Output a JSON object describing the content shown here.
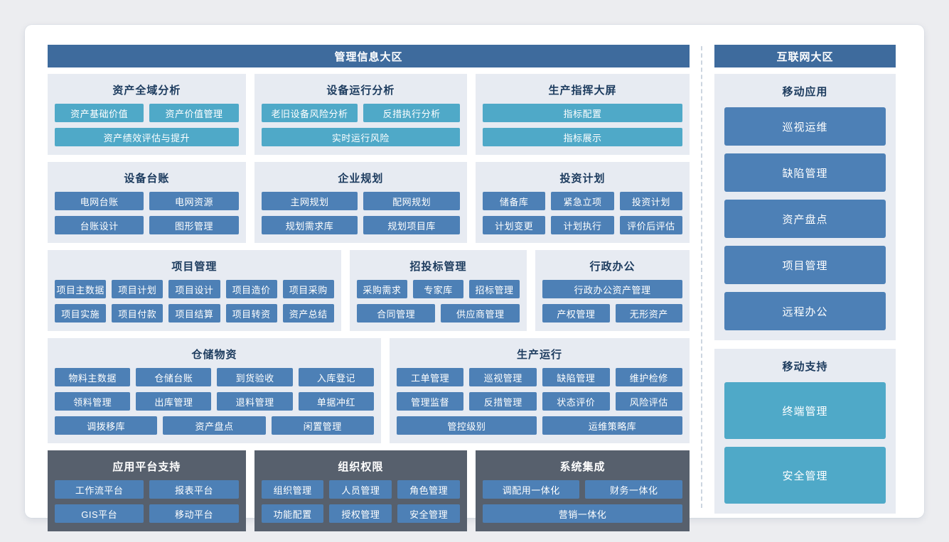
{
  "colors": {
    "zone_header": "#3e6b9d",
    "module_blue": "#4d80b6",
    "module_teal": "#4fa9c8",
    "panel_light_bg": "#e7ebf2",
    "panel_dark_bg": "#57606d",
    "panel_title_text": "#1c3b5e"
  },
  "management_zone": {
    "title": "管理信息大区",
    "rows": [
      {
        "panels": [
          {
            "title": "资产全域分析",
            "theme": "light",
            "button_color": "teal",
            "flex": 278,
            "button_rows": [
              [
                "资产基础价值",
                "资产价值管理"
              ],
              [
                "资产绩效评估与提升"
              ]
            ]
          },
          {
            "title": "设备运行分析",
            "theme": "light",
            "button_color": "teal",
            "flex": 300,
            "button_rows": [
              [
                "老旧设备风险分析",
                "反措执行分析"
              ],
              [
                "实时运行风险"
              ]
            ]
          },
          {
            "title": "生产指挥大屏",
            "theme": "light",
            "button_color": "teal",
            "flex": 302,
            "button_rows": [
              [
                "指标配置"
              ],
              [
                "指标展示"
              ]
            ]
          }
        ]
      },
      {
        "panels": [
          {
            "title": "设备台账",
            "theme": "light",
            "button_color": "blue",
            "flex": 278,
            "button_rows": [
              [
                "电网台账",
                "电网资源"
              ],
              [
                "台账设计",
                "图形管理"
              ]
            ]
          },
          {
            "title": "企业规划",
            "theme": "light",
            "button_color": "blue",
            "flex": 300,
            "button_rows": [
              [
                "主网规划",
                "配网规划"
              ],
              [
                "规划需求库",
                "规划项目库"
              ]
            ]
          },
          {
            "title": "投资计划",
            "theme": "light",
            "button_color": "blue",
            "flex": 302,
            "button_rows": [
              [
                "储备库",
                "紧急立项",
                "投资计划"
              ],
              [
                "计划变更",
                "计划执行",
                "评价后评估"
              ]
            ]
          }
        ]
      },
      {
        "panels": [
          {
            "title": "项目管理",
            "theme": "light",
            "button_color": "blue",
            "flex": 425,
            "button_rows": [
              [
                "项目主数据",
                "项目计划",
                "项目设计",
                "项目造价",
                "项目采购"
              ],
              [
                "项目实施",
                "项目付款",
                "项目结算",
                "项目转资",
                "资产总结"
              ]
            ]
          },
          {
            "title": "招投标管理",
            "theme": "light",
            "button_color": "blue",
            "flex": 248,
            "button_rows": [
              [
                "采购需求",
                "专家库",
                "招标管理"
              ],
              [
                "合同管理",
                "供应商管理"
              ]
            ]
          },
          {
            "title": "行政办公",
            "theme": "light",
            "button_color": "blue",
            "flex": 213,
            "button_rows": [
              [
                "行政办公资产管理"
              ],
              [
                "产权管理",
                "无形资产"
              ]
            ]
          }
        ]
      },
      {
        "panels": [
          {
            "title": "仓储物资",
            "theme": "light",
            "button_color": "blue",
            "flex": 470,
            "button_rows": [
              [
                "物料主数据",
                "仓储台账",
                "到货验收",
                "入库登记"
              ],
              [
                "领料管理",
                "出库管理",
                "退料管理",
                "单据冲红"
              ],
              [
                "调拨移库",
                "资产盘点",
                "闲置管理"
              ]
            ]
          },
          {
            "title": "生产运行",
            "theme": "light",
            "button_color": "blue",
            "flex": 421,
            "button_rows": [
              [
                "工单管理",
                "巡视管理",
                "缺陷管理",
                "维护检修"
              ],
              [
                "管理监督",
                "反措管理",
                "状态评价",
                "风险评估"
              ],
              [
                "管控级别",
                "运维策略库"
              ]
            ]
          }
        ]
      },
      {
        "panels": [
          {
            "title": "应用平台支持",
            "theme": "dark",
            "button_color": "blue",
            "flex": 278,
            "button_rows": [
              [
                "工作流平台",
                "报表平台"
              ],
              [
                "GIS平台",
                "移动平台"
              ]
            ]
          },
          {
            "title": "组织权限",
            "theme": "dark",
            "button_color": "blue",
            "flex": 300,
            "button_rows": [
              [
                "组织管理",
                "人员管理",
                "角色管理"
              ],
              [
                "功能配置",
                "授权管理",
                "安全管理"
              ]
            ]
          },
          {
            "title": "系统集成",
            "theme": "dark",
            "button_color": "blue",
            "flex": 302,
            "button_rows": [
              [
                "调配用一体化",
                "财务一体化"
              ],
              [
                "营销一体化"
              ]
            ]
          }
        ]
      }
    ]
  },
  "internet_zone": {
    "title": "互联网大区",
    "sections": [
      {
        "title": "移动应用",
        "button_color": "blue",
        "button_height": 54,
        "buttons": [
          "巡视运维",
          "缺陷管理",
          "资产盘点",
          "项目管理",
          "远程办公"
        ]
      },
      {
        "title": "移动支持",
        "button_color": "teal",
        "button_height": 80,
        "buttons": [
          "终端管理",
          "安全管理"
        ]
      }
    ]
  }
}
